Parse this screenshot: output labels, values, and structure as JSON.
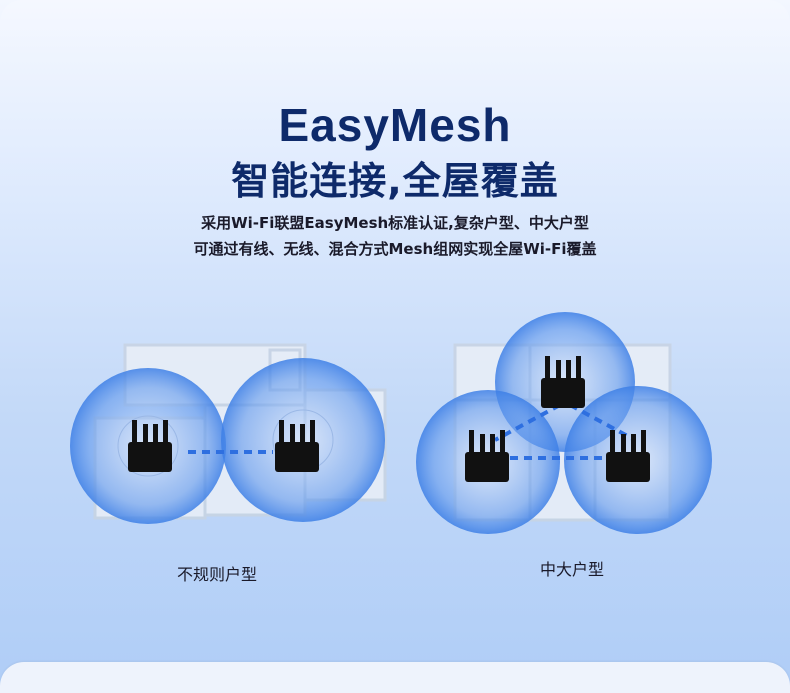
{
  "header": {
    "title": "EasyMesh",
    "subtitle": "智能连接,全屋覆盖",
    "desc_line1": "采用Wi-Fi联盟EasyMesh标准认证,复杂户型、中大户型",
    "desc_line2": "可通过有线、无线、混合方式Mesh组网实现全屋Wi-Fi覆盖"
  },
  "diagrams": {
    "irregular_label": "不规则户型",
    "large_label": "中大户型"
  },
  "colors": {
    "title": "#0e2a6a",
    "coverage": "#3d7fe6",
    "link": "#2e6fe0"
  }
}
